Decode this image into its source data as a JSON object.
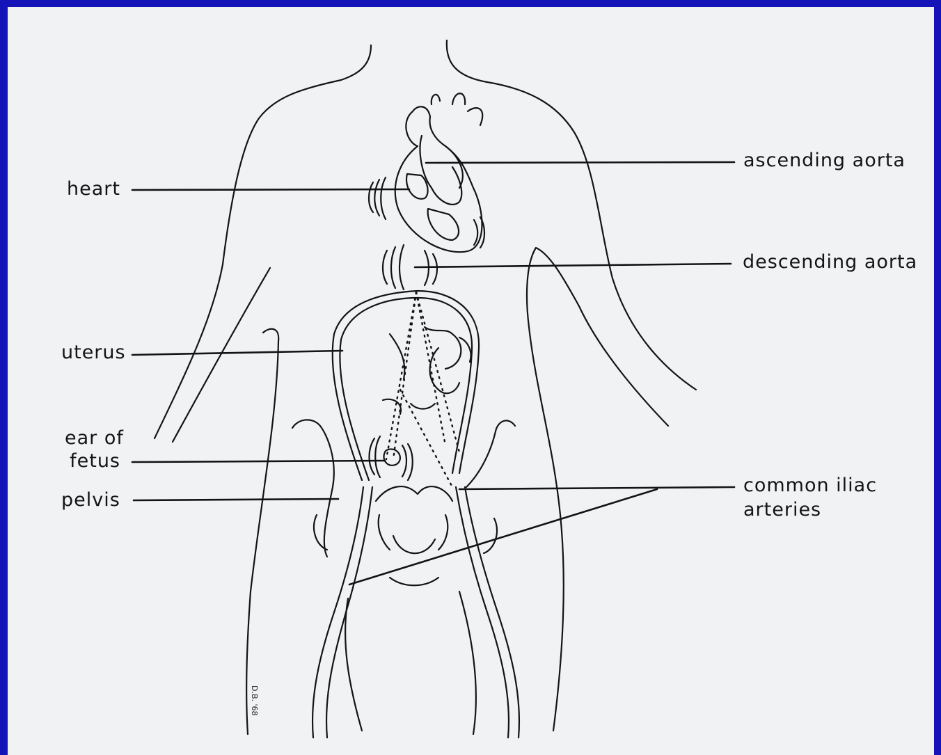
{
  "colors": {
    "frame": "#1414b8",
    "background": "#f1f2f3",
    "ink": "#141414"
  },
  "labels": {
    "heart": "heart",
    "ascending_aorta": "ascending aorta",
    "descending_aorta": "descending aorta",
    "uterus": "uterus",
    "ear_of_fetus_line1": "ear of",
    "ear_of_fetus_line2": "fetus",
    "pelvis": "pelvis",
    "common_iliac_line1": "common iliac",
    "common_iliac_line2": "arteries"
  },
  "signature": "D.B. '68"
}
